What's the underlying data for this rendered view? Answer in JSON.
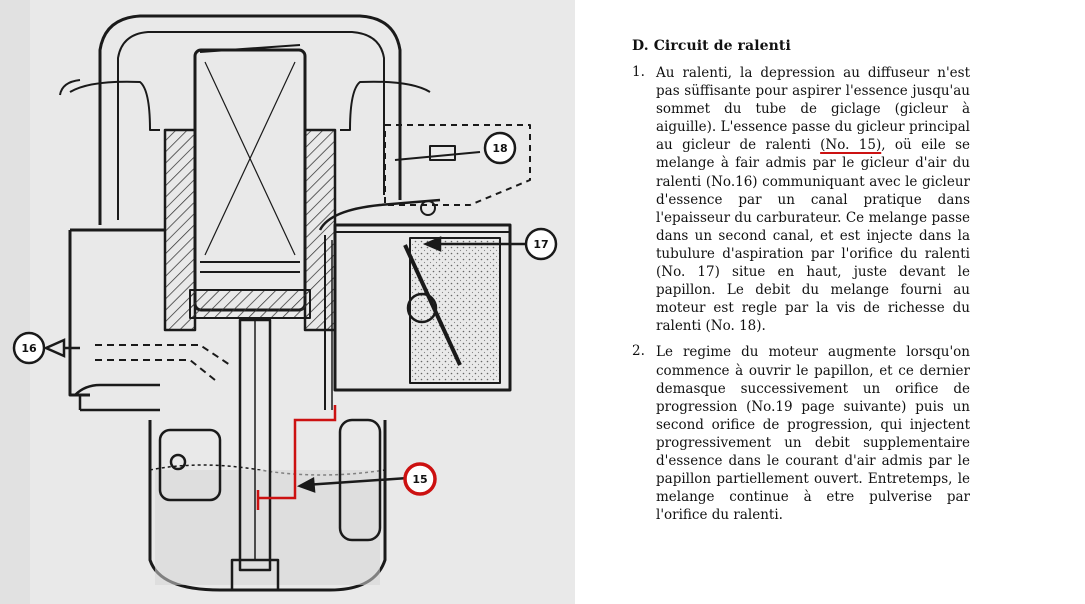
{
  "diagram": {
    "callout_labels": [
      "15",
      "16",
      "17",
      "18"
    ]
  },
  "section": {
    "title": "D.  Circuit de ralenti",
    "items": [
      {
        "number": "1.",
        "text_before": "Au ralenti, la depression au diffuseur n'est pas süffisante pour aspirer l'essence jusqu'au sommet du tube de giclage (gicleur à aiguille). L'essence passe du gicleur principal au gicleur de ralenti ",
        "highlight": "(No. 15)",
        "text_after": ", oü eile se melange à fair admis par le gicleur d'air du ralenti (No.16) communiquant avec le gicleur d'essence par un canal pratique dans l'epaisseur du carburateur. Ce melange passe dans un second canal, et est injecte dans la tubulure d'aspiration par l'orifice du ralenti (No. 17) situe en haut, juste devant le papillon. Le debit du melange fourni au moteur est regle par la vis de richesse du ralenti (No. 18)."
      },
      {
        "number": "2.",
        "text": "Le regime du moteur augmente lorsqu'on commence à ouvrir le papillon, et ce dernier demasque successivement un orifice de progression (No.19 page suivante) puis un second orifice de progression, qui injectent progressivement un debit supplementaire d'essence dans le courant d'air admis par le papillon partiellement ouvert. Entretemps, le melange continue à etre pulverise par l'orifice du ralenti."
      }
    ]
  },
  "colors": {
    "photo_background": "#e9e9e9",
    "line_art": "#1a1a1a",
    "highlight_red": "#cc1111"
  }
}
